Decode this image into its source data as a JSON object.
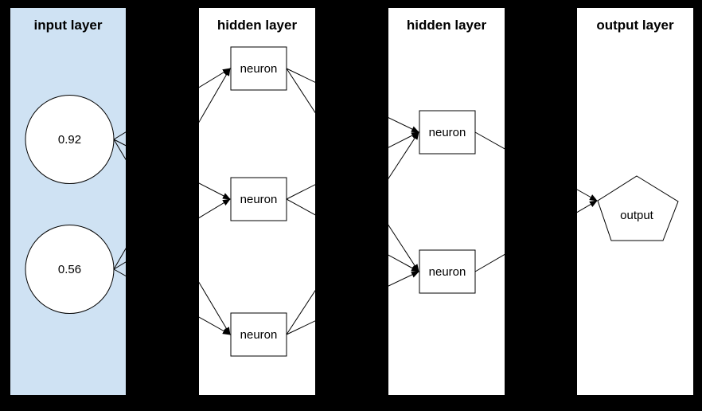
{
  "diagram": {
    "type": "neural-network",
    "layers": [
      {
        "title": "input layer",
        "nodes": [
          {
            "shape": "circle",
            "label": "0.92"
          },
          {
            "shape": "circle",
            "label": "0.56"
          }
        ]
      },
      {
        "title": "hidden layer",
        "nodes": [
          {
            "shape": "rect",
            "label": "neuron"
          },
          {
            "shape": "rect",
            "label": "neuron"
          },
          {
            "shape": "rect",
            "label": "neuron"
          }
        ]
      },
      {
        "title": "hidden layer",
        "nodes": [
          {
            "shape": "rect",
            "label": "neuron"
          },
          {
            "shape": "rect",
            "label": "neuron"
          }
        ]
      },
      {
        "title": "output layer",
        "nodes": [
          {
            "shape": "pentagon",
            "label": "output"
          }
        ]
      }
    ],
    "connections": "fully connected left-to-right with arrowheads at targets",
    "colors": {
      "canvas_background": "#000000",
      "input_layer_fill": "#cfe2f3",
      "layer_fill": "#ffffff",
      "node_fill": "#ffffff",
      "stroke": "#000000",
      "title_color": "#000000"
    }
  }
}
